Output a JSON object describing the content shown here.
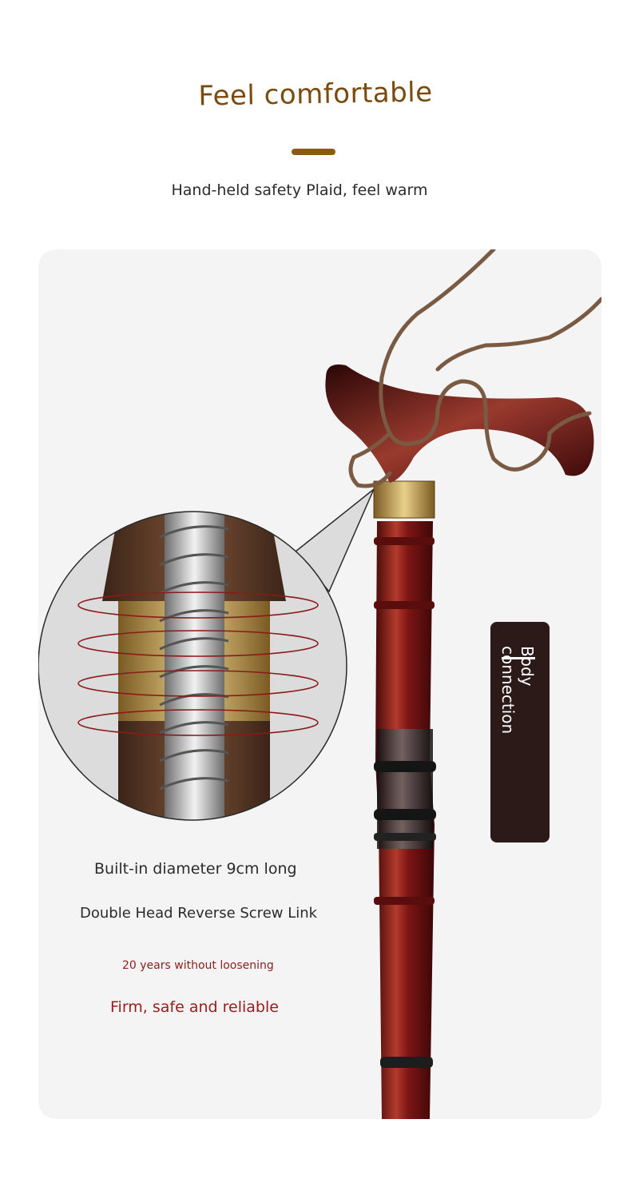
{
  "header": {
    "title": "Feel comfortable",
    "subtitle": "Hand-held safety Plaid, feel warm"
  },
  "label": {
    "body_connection": "Body\nconnection"
  },
  "features": {
    "line1": "Built-in diameter 9cm long",
    "line2": "Double Head Reverse Screw Link",
    "line3": "20 years without loosening",
    "line4": "Firm, safe and reliable"
  },
  "colors": {
    "accent": "#8d5a16",
    "title": "#7a4a0e",
    "highlight_red": "#9a1b1b",
    "panel_bg": "#f4f4f4",
    "label_bg": "#2c1a19",
    "wood": "#7b1616"
  }
}
